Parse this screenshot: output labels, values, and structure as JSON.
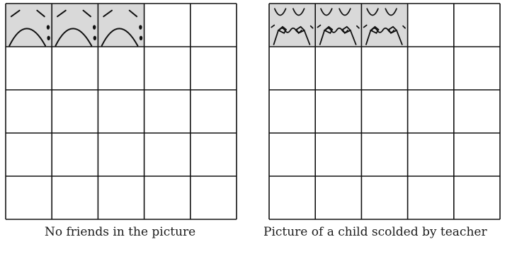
{
  "panels": [
    {
      "caption": "No friends in the picture",
      "grid": {
        "rows": 5,
        "cols": 5
      },
      "filled_cells": [
        {
          "row": 0,
          "col": 0,
          "pictogram": "sad-face-tears-icon"
        },
        {
          "row": 0,
          "col": 1,
          "pictogram": "sad-face-tears-icon"
        },
        {
          "row": 0,
          "col": 2,
          "pictogram": "sad-face-tears-icon"
        }
      ],
      "fill_color": "#d9d9d9"
    },
    {
      "caption": "Picture of a child scolded by teacher",
      "grid": {
        "rows": 5,
        "cols": 5
      },
      "filled_cells": [
        {
          "row": 0,
          "col": 0,
          "pictogram": "scolded-child-icon"
        },
        {
          "row": 0,
          "col": 1,
          "pictogram": "scolded-child-icon"
        },
        {
          "row": 0,
          "col": 2,
          "pictogram": "scolded-child-icon"
        }
      ],
      "fill_color": "#d9d9d9"
    }
  ]
}
